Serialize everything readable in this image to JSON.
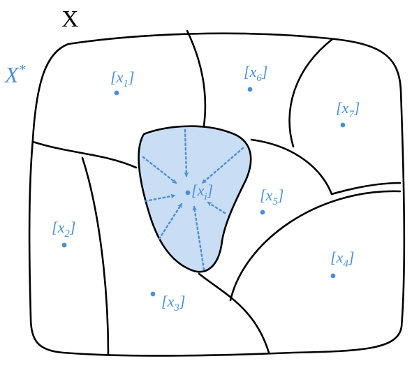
{
  "space_label": "X",
  "quotient_label": "X",
  "quotient_superscript": "*",
  "colors": {
    "accent": "#4a8fd6",
    "blob_fill": "#c9ddf5",
    "stroke": "#000000"
  },
  "points": [
    {
      "id": "x1",
      "bracket_open": "[",
      "var": "x",
      "sub": "1",
      "bracket_close": "]"
    },
    {
      "id": "x2",
      "bracket_open": "[",
      "var": "x",
      "sub": "2",
      "bracket_close": "]"
    },
    {
      "id": "x3",
      "bracket_open": "[",
      "var": "x",
      "sub": "3",
      "bracket_close": "]"
    },
    {
      "id": "x4",
      "bracket_open": "[",
      "var": "x",
      "sub": "4",
      "bracket_close": "]"
    },
    {
      "id": "x5",
      "bracket_open": "[",
      "var": "x",
      "sub": "5",
      "bracket_close": "]"
    },
    {
      "id": "x6",
      "bracket_open": "[",
      "var": "x",
      "sub": "6",
      "bracket_close": "]"
    },
    {
      "id": "x7",
      "bracket_open": "[",
      "var": "x",
      "sub": "7",
      "bracket_close": "]"
    },
    {
      "id": "xi",
      "bracket_open": "[",
      "var": "x",
      "sub": "i",
      "bracket_close": "]"
    }
  ]
}
